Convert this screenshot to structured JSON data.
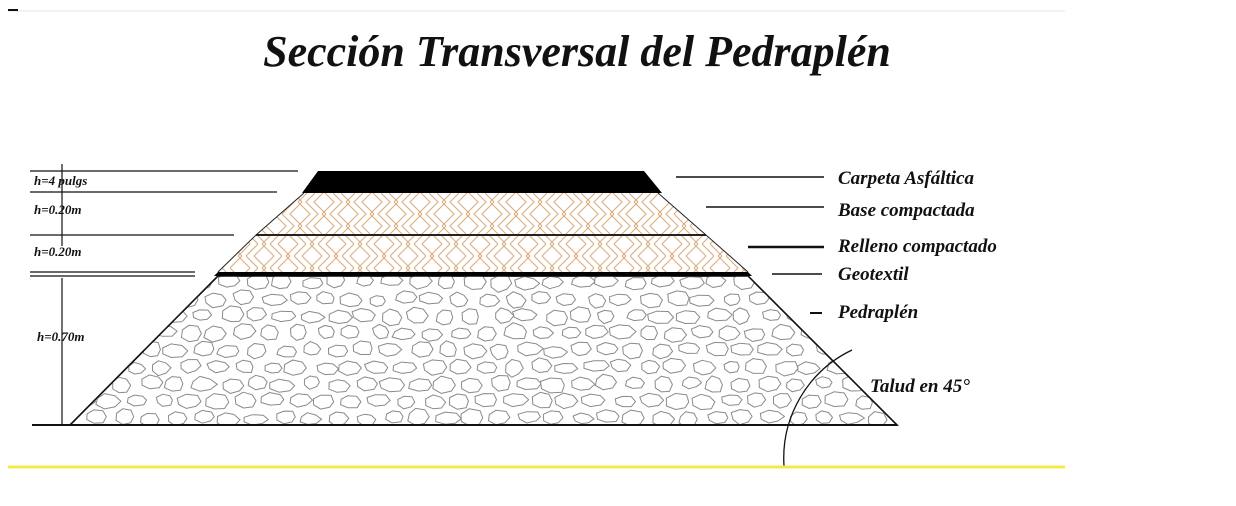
{
  "diagram": {
    "title": "Sección Transversal del Pedraplén",
    "layers": [
      {
        "key": "carpeta",
        "label": "Carpeta Asfáltica",
        "thickness": "h=4 pulgs",
        "color": "#000000"
      },
      {
        "key": "base",
        "label": "Base compactada",
        "thickness": "h=0.20m",
        "color": "#d9a978"
      },
      {
        "key": "relleno",
        "label": "Relleno compactado",
        "thickness": "h=0.20m",
        "color": "#d9a978"
      },
      {
        "key": "geotextil",
        "label": "Geotextil",
        "color": "#000000"
      },
      {
        "key": "pedraplen",
        "label": "Pedraplén",
        "thickness": "h=0.70m",
        "color": "#8a8a8a"
      }
    ],
    "slope_label": "Talud en 45°",
    "accent_line_color": "#f5e84a"
  }
}
